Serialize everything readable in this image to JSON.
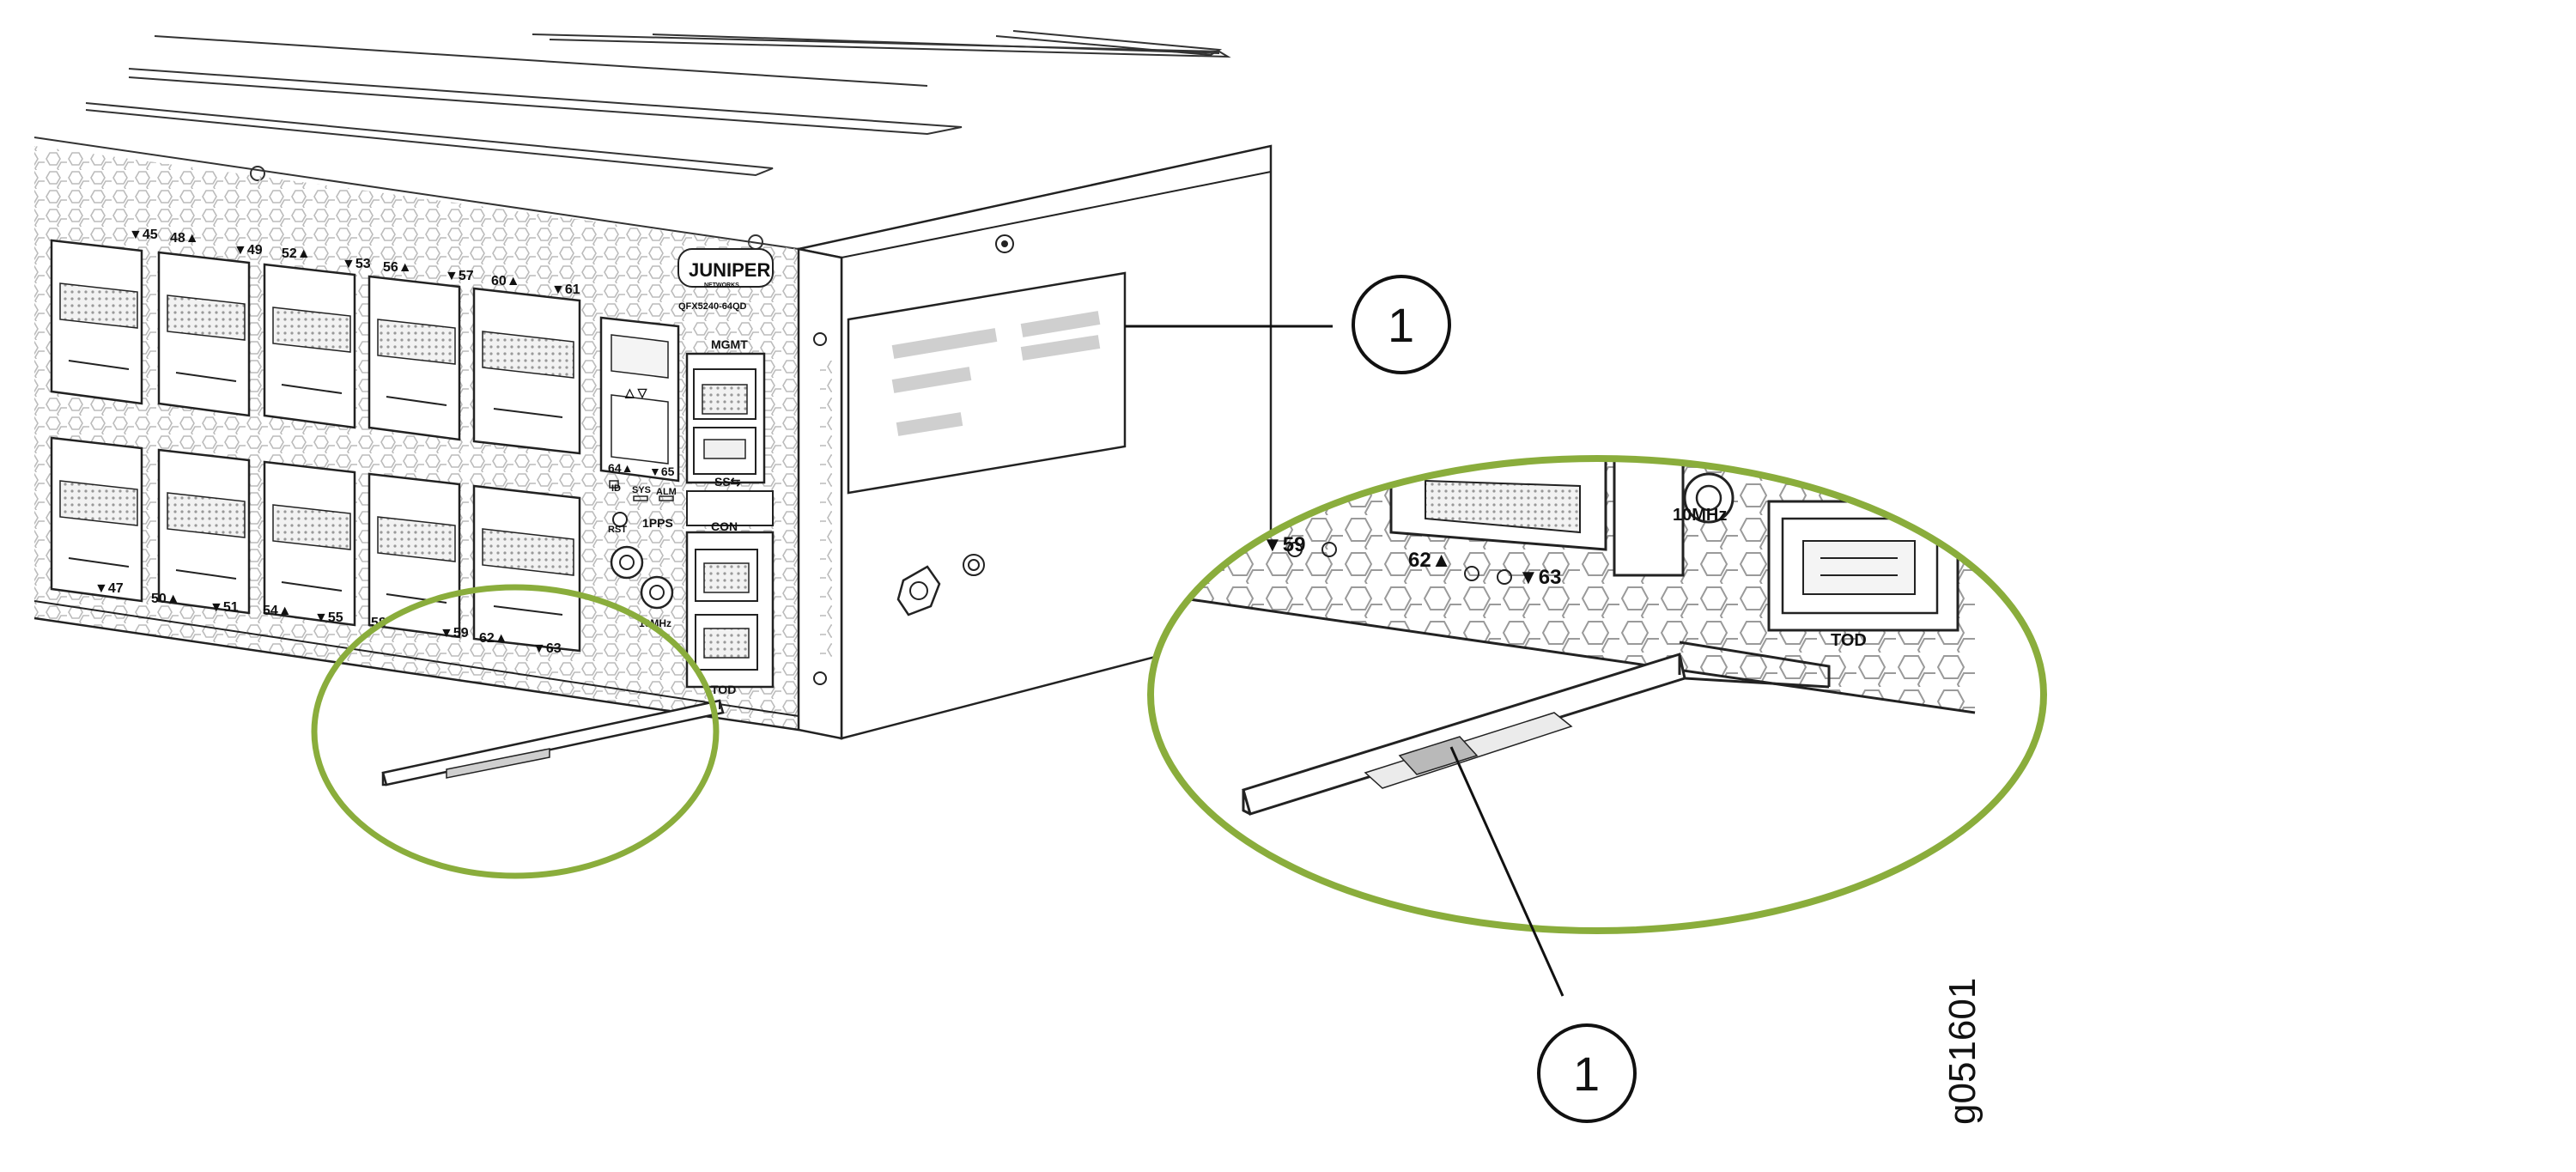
{
  "device": {
    "brand": "JUNIPER",
    "brand_sub": "NETWORKS",
    "model": "QFX5240-64QD",
    "top_port_labels": [
      "▼45",
      "48▲",
      "▼49",
      "52▲",
      "▼53",
      "56▲",
      "▼57",
      "60▲",
      "▼61"
    ],
    "bottom_port_labels": [
      "▼47",
      "50▲",
      "▼51",
      "54▲",
      "▼55",
      "58",
      "▼59",
      "62▲",
      "▼63"
    ],
    "port_64": "64▲",
    "port_65": "▼65",
    "mgmt": "MGMT",
    "usb": "SS⇆",
    "id": "ID",
    "sys": "SYS",
    "alm": "ALM",
    "rst": "RST",
    "pps": "1PPS",
    "con": "CON",
    "mhz": "10MHz",
    "tod": "TOD"
  },
  "detail": {
    "p59": "▼59",
    "p62": "62▲",
    "p63": "▼63",
    "mhz": "10MHz",
    "tod": "TOD"
  },
  "callouts": {
    "label_1": "1",
    "label_2": "1"
  },
  "figure_id": "g051601",
  "colors": {
    "highlight": "#8aad3c",
    "line": "#222222",
    "fill": "#ffffff",
    "label_gray": "#d6d6d6"
  }
}
